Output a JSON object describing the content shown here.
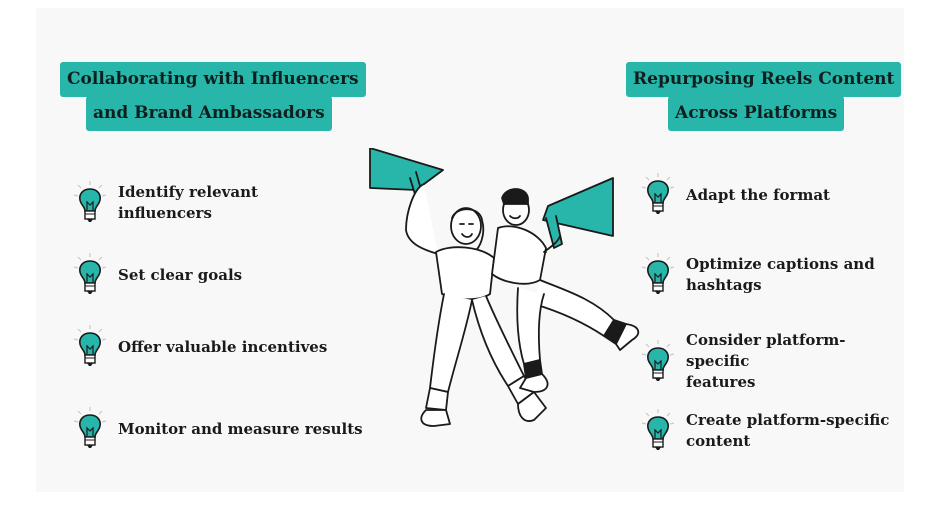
{
  "colors": {
    "accent": "#28b5aa",
    "background": "#f8f8f8",
    "text": "#1a1a1a"
  },
  "left": {
    "heading_line1": "Collaborating with Influencers",
    "heading_line2": "and Brand Ambassadors",
    "items": [
      {
        "icon": "lightbulb-icon",
        "line1": "Identify relevant",
        "line2": "influencers"
      },
      {
        "icon": "lightbulb-icon",
        "line1": "Set clear goals",
        "line2": ""
      },
      {
        "icon": "lightbulb-icon",
        "line1": "Offer valuable incentives",
        "line2": ""
      },
      {
        "icon": "lightbulb-icon",
        "line1": "Monitor and measure results",
        "line2": ""
      }
    ]
  },
  "right": {
    "heading_line1": "Repurposing Reels Content",
    "heading_line2": "Across Platforms",
    "items": [
      {
        "icon": "lightbulb-icon",
        "line1": "Adapt the format",
        "line2": ""
      },
      {
        "icon": "lightbulb-icon",
        "line1": "Optimize captions and",
        "line2": "hashtags"
      },
      {
        "icon": "lightbulb-icon",
        "line1": "Consider platform-specific",
        "line2": "features"
      },
      {
        "icon": "lightbulb-icon",
        "line1": "Create platform-specific",
        "line2": "content"
      }
    ]
  },
  "illustration": {
    "icon": "people-with-megaphones-illustration"
  }
}
